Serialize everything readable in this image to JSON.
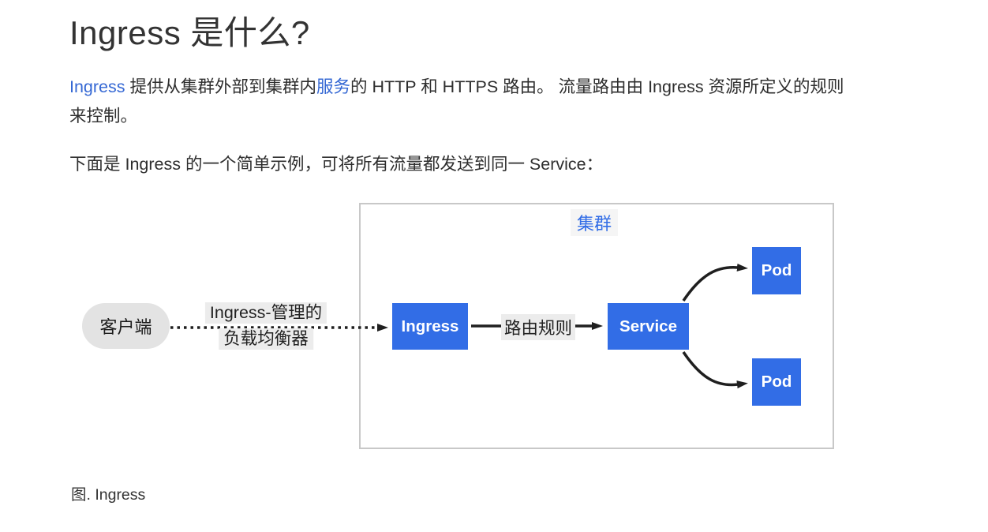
{
  "page": {
    "title": "Ingress 是什么?",
    "intro": {
      "link1": "Ingress",
      "text1": " 提供从集群外部到集群内",
      "link2": "服务",
      "text2": "的 HTTP 和 HTTPS 路由。 流量路由由 Ingress 资源所定义的规则来控制。"
    },
    "example_line": "下面是 Ingress 的一个简单示例，可将所有流量都发送到同一 Service：",
    "caption": "图. Ingress"
  },
  "diagram": {
    "cluster_label": "集群",
    "client_label": "客户端",
    "lb_label_line1": "Ingress-管理的",
    "lb_label_line2": "负载均衡器",
    "ingress_label": "Ingress",
    "route_label": "路由规则",
    "service_label": "Service",
    "pods": [
      {
        "label": "Pod"
      },
      {
        "label": "Pod"
      }
    ]
  },
  "colors": {
    "box_blue": "#326de6",
    "link_blue": "#3568d4",
    "cluster_border": "#c8c8c8",
    "label_bg": "#ececec",
    "pill_bg": "#e3e3e3",
    "arrow": "#1f1f1f"
  }
}
